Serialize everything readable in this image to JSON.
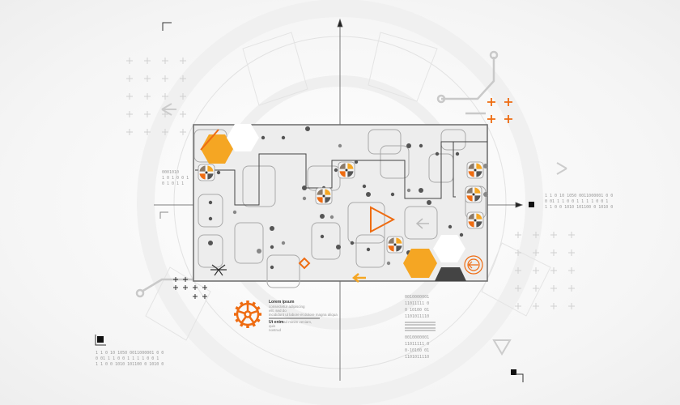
{
  "colors": {
    "accent": "#f39a1e",
    "accent_dark": "#ee6c12",
    "line": "#8a8a8a",
    "dark": "#555555",
    "board_border": "#6a6a6a"
  },
  "caption": {
    "title": "Lorem ipsum",
    "line1": "consectetur adipiscing",
    "line2": "elit, sed do",
    "line3": "incididunt ut labore et dolore magna aliqua",
    "subtitle": "Ut enim",
    "line4": "ad minim veniam,",
    "line5": "quis",
    "line6": "nostrud"
  },
  "binary_center": [
    "0010000001",
    "11011111 0",
    "0 10100 01",
    "1101011110",
    "0010000001",
    "11011111 0",
    "0-10100 01",
    "1101011110"
  ],
  "binary_right": [
    "1 1 0 10 1050 0011000001 0 0",
    "0 01 1 1 0 0 1 1 1 1 0 0 1",
    "1 1 0 0 1010 101100 0 1010 0"
  ],
  "binary_left": [
    "1 1 0 10 1050 0011000001 0 0",
    "0 01 1 1 0 0 1 1 1 1 0 0 1",
    "1 1 0 0 1010 101100 0 1010 0"
  ],
  "binary_small": [
    "0001010",
    "1 0 1 0 0 1",
    "0 1 0 1 1"
  ]
}
